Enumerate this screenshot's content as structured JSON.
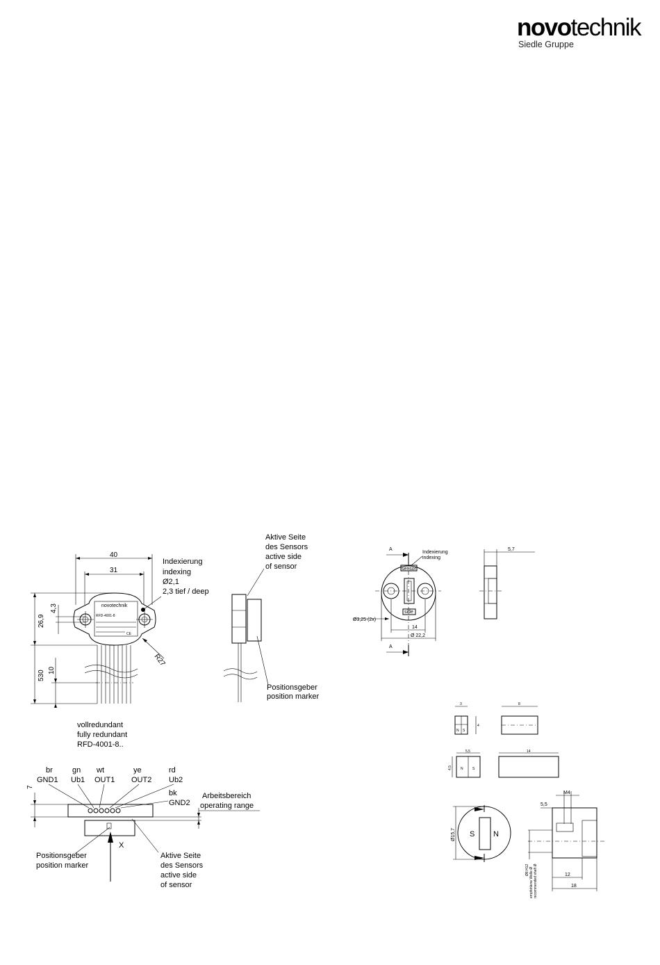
{
  "brand": {
    "name_bold": "novo",
    "name_light": "technik",
    "subtitle": "Siedle Gruppe"
  },
  "sensor_view": {
    "dim_40": "40",
    "dim_31": "31",
    "dim_26_9": "26,9",
    "dim_4_3": "4,3",
    "dim_530": "530",
    "dim_10": "10",
    "dim_r27": "R27",
    "indexing": [
      "Indexierung",
      "indexing",
      "Ø2,1",
      "2,3 tief / deep"
    ],
    "label_logo": "novotechnik",
    "label_part": "RFD-4001-8",
    "label_ce": "CE"
  },
  "side_view": {
    "active_side": [
      "Aktive Seite",
      "des Sensors",
      "active side",
      "of sensor"
    ],
    "marker": [
      "Positionsgeber",
      "position marker"
    ]
  },
  "redundancy": [
    "vollredundant",
    "fully redundant",
    "RFD-4001-8.."
  ],
  "wiring": {
    "dim_7": "7",
    "wires": [
      {
        "color": "br",
        "signal": "GND1"
      },
      {
        "color": "gn",
        "signal": "Ub1"
      },
      {
        "color": "wt",
        "signal": "OUT1"
      },
      {
        "color": "ye",
        "signal": "OUT2"
      },
      {
        "color": "rd",
        "signal": "Ub2"
      },
      {
        "color": "bk",
        "signal": "GND2"
      }
    ],
    "operating_range": [
      "Arbeitsbereich",
      "operating range"
    ],
    "marker": [
      "Positionsgeber",
      "position marker"
    ],
    "x_label": "X",
    "active_side": [
      "Aktive Seite",
      "des Sensors",
      "active side",
      "of sensor"
    ]
  },
  "marker_drawing": {
    "a_label": "A",
    "indexing": [
      "Indexierung",
      "indexing"
    ],
    "sensor_label": "sensor",
    "side_label": "side",
    "dim_hole": "Ø3,25 (2x)",
    "dim_14": "14",
    "dim_22_2": "Ø 22,2",
    "dim_5_7": "5,7"
  },
  "magnets": {
    "dim_3": "3",
    "dim_4": "4",
    "dim_8": "8",
    "dim_5_5": "5,5",
    "dim_4_5": "4,5",
    "dim_14": "14",
    "n": "N",
    "s": "S",
    "dim_15_7": "Ø15,7",
    "dim_m4": "M4",
    "dim_5_5b": "5,5",
    "dim_12": "12",
    "dim_18": "18",
    "dim_8h": "Ø8 H12",
    "rec_note": [
      "empfohlene Welle Ø",
      "recommended shaft Ø"
    ]
  }
}
